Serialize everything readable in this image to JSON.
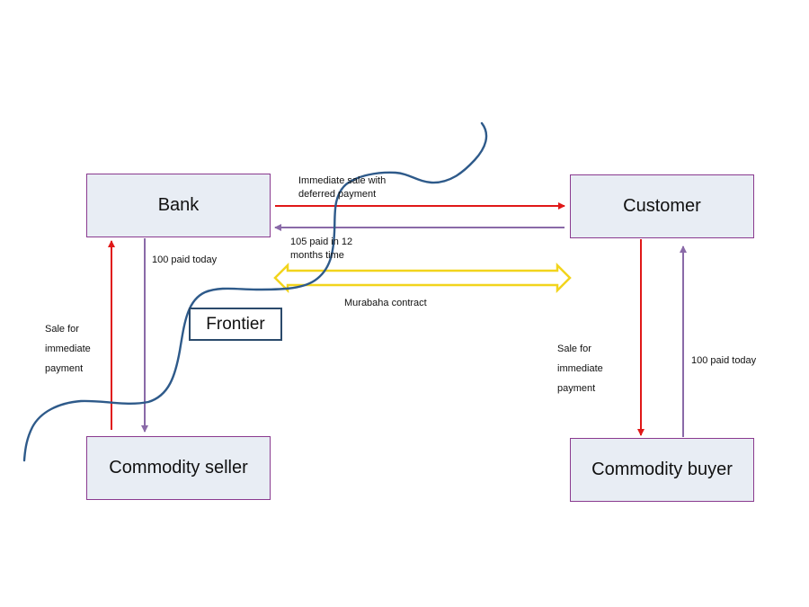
{
  "boxes": {
    "bank": "Bank",
    "customer": "Customer",
    "commodity_seller": "Commodity seller",
    "commodity_buyer": "Commodity buyer"
  },
  "frontier_label": "Frontier",
  "labels": {
    "immediate_sale": "Immediate sale with deferred payment",
    "paid_later": "105 paid in 12 months time",
    "paid_today_bank": "100 paid today",
    "murabaha": "Murabaha contract",
    "sale_left": "Sale for immediate payment",
    "sale_right": "Sale for immediate payment",
    "paid_today_buyer": "100 paid today"
  },
  "colors": {
    "sale_arrow": "#e01818",
    "payment_arrow": "#8a6aa8",
    "contract_arrow": "#f2d41c",
    "frontier_line": "#2e5a8a",
    "box_fill": "#e8edf4",
    "box_border": "#8a3a8f"
  }
}
